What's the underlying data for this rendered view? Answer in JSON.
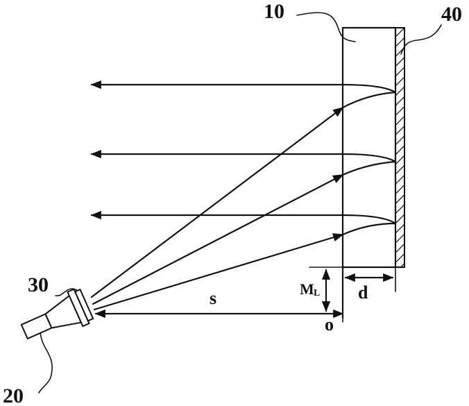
{
  "labels": {
    "screen": "10",
    "light_source": "20",
    "lens": "30",
    "reflector": "40",
    "distance_s": "s",
    "distance_d": "d",
    "offset_m": "M",
    "offset_m_sub": "L",
    "origin": "o"
  },
  "colors": {
    "line": "#111111",
    "background": "#ffffff"
  }
}
